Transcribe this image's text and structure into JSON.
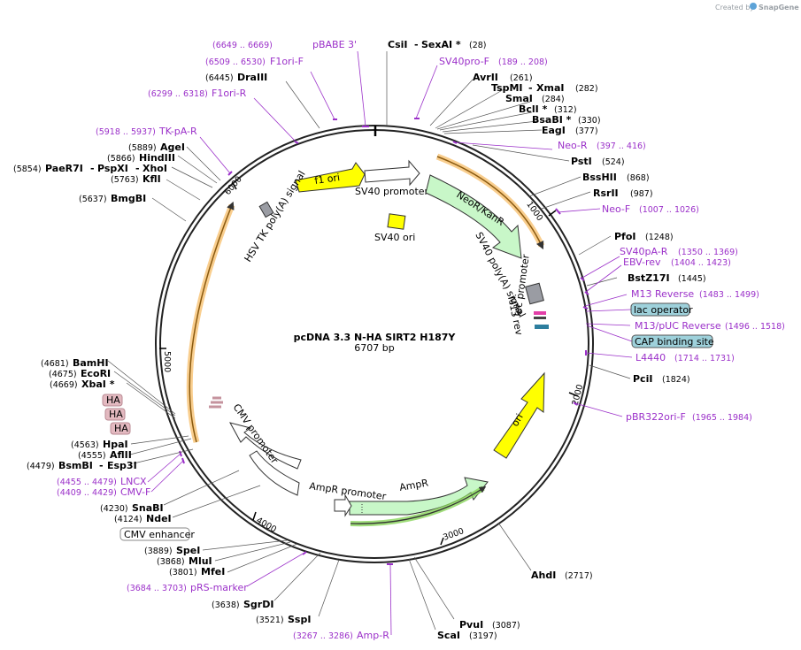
{
  "header": {
    "credit": "Created by",
    "brand": "SnapGene"
  },
  "plasmid": {
    "name": "pcDNA 3.3 N-HA SIRT2 H187Y",
    "size": "6707 bp"
  },
  "map_ticks": [
    "1000",
    "2000",
    "3000",
    "4000",
    "5000",
    "6000"
  ],
  "features": {
    "f1_ori": "f1 ori",
    "sv40_promoter": "SV40 promoter",
    "sv40_ori": "SV40 ori",
    "neor": "NeoR/KanR",
    "sv40_polya": "SV40 poly(A) signal",
    "m13_rev": "M13 rev",
    "lac_promoter": "lac promoter",
    "ori": "ori",
    "ampr": "AmpR",
    "ampr_promoter": "AmpR promoter",
    "cmv_promoter": "CMV promoter",
    "hsv_tk": "HSV TK poly(A) signal"
  },
  "site_labels": {
    "csi": {
      "name": "CsiI",
      "name2": "SexAI *",
      "num": "(28)"
    },
    "avr": {
      "name": "AvrII",
      "num": "(261)"
    },
    "tsp": {
      "name": "TspMI",
      "name2": "XmaI",
      "num": "(282)"
    },
    "sma": {
      "name": "SmaI",
      "num": "(284)"
    },
    "bcl": {
      "name": "BclI *",
      "num": "(312)"
    },
    "bsa": {
      "name": "BsaBI *",
      "num": "(330)"
    },
    "eag": {
      "name": "EagI",
      "num": "(377)"
    },
    "pst": {
      "name": "PstI",
      "num": "(524)"
    },
    "bss": {
      "name": "BssHII",
      "num": "(868)"
    },
    "rsr": {
      "name": "RsrII",
      "num": "(987)"
    },
    "pfo": {
      "name": "PfoI",
      "num": "(1248)"
    },
    "bst": {
      "name": "BstZ17I",
      "num": "(1445)"
    },
    "pci": {
      "name": "PciI",
      "num": "(1824)"
    },
    "ahd": {
      "name": "AhdI",
      "num": "(2717)"
    },
    "pvu": {
      "name": "PvuI",
      "num": "(3087)"
    },
    "sca": {
      "name": "ScaI",
      "num": "(3197)"
    },
    "ssp": {
      "name": "SspI",
      "num": "(3521)"
    },
    "sgr": {
      "name": "SgrDI",
      "num": "(3638)"
    },
    "mfe": {
      "name": "MfeI",
      "num": "(3801)"
    },
    "mlu": {
      "name": "MluI",
      "num": "(3868)"
    },
    "spe": {
      "name": "SpeI",
      "num": "(3889)"
    },
    "nde": {
      "name": "NdeI",
      "num": "(4124)"
    },
    "snab": {
      "name": "SnaBI",
      "num": "(4230)"
    },
    "bsmb": {
      "name": "BsmBI",
      "name2": "Esp3I",
      "num": "(4479)"
    },
    "afl": {
      "name": "AflII",
      "num": "(4555)"
    },
    "hpa": {
      "name": "HpaI",
      "num": "(4563)"
    },
    "xba": {
      "name": "XbaI *",
      "num": "(4669)"
    },
    "eco": {
      "name": "EcoRI",
      "num": "(4675)"
    },
    "bam": {
      "name": "BamHI",
      "num": "(4681)"
    },
    "bmg": {
      "name": "BmgBI",
      "num": "(5637)"
    },
    "kfl": {
      "name": "KflI",
      "num": "(5763)"
    },
    "pae": {
      "name": "PaeR7I",
      "name2": "PspXI",
      "name3": "XhoI",
      "num": "(5854)"
    },
    "hind": {
      "name": "HindIII",
      "num": "(5866)"
    },
    "age": {
      "name": "AgeI",
      "num": "(5889)"
    },
    "dra": {
      "name": "DraIII",
      "num": "(6445)"
    }
  },
  "primer_labels": {
    "pbabe": {
      "name": "pBABE 3'",
      "range": "(6649 .. 6669)"
    },
    "sv40pro": {
      "name": "SV40pro-F",
      "range": "(189 .. 208)"
    },
    "f1orif": {
      "name": "F1ori-F",
      "range": "(6509 .. 6530)"
    },
    "f1orir": {
      "name": "F1ori-R",
      "range": "(6299 .. 6318)"
    },
    "tkpa": {
      "name": "TK-pA-R",
      "range": "(5918 .. 5937)"
    },
    "neor": {
      "name": "Neo-R",
      "range": "(397 .. 416)"
    },
    "neof": {
      "name": "Neo-F",
      "range": "(1007 .. 1026)"
    },
    "sv40pa": {
      "name": "SV40pA-R",
      "range": "(1350 .. 1369)"
    },
    "ebv": {
      "name": "EBV-rev",
      "range": "(1404 .. 1423)"
    },
    "m13r": {
      "name": "M13 Reverse",
      "range": "(1483 .. 1499)"
    },
    "m13p": {
      "name": "M13/pUC Reverse",
      "range": "(1496 .. 1518)"
    },
    "l4440": {
      "name": "L4440",
      "range": "(1714 .. 1731)"
    },
    "pbr": {
      "name": "pBR322ori-F",
      "range": "(1965 .. 1984)"
    },
    "ampr": {
      "name": "Amp-R",
      "range": "(3267 .. 3286)"
    },
    "prs": {
      "name": "pRS-marker",
      "range": "(3684 .. 3703)"
    },
    "lncx": {
      "name": "LNCX",
      "range": "(4455 .. 4479)"
    },
    "cmvf": {
      "name": "CMV-F",
      "range": "(4409 .. 4429)"
    }
  },
  "boxed_labels": {
    "lac_operator": "lac operator",
    "cap_site": "CAP binding site",
    "cmv_enhancer": "CMV enhancer",
    "ha1": "HA",
    "ha2": "HA",
    "ha3": "HA"
  },
  "colors": {
    "primer": "#9b30c9",
    "yellow": "#ffff00",
    "green": "#c8f7c8",
    "orange": "#f7b95e"
  }
}
